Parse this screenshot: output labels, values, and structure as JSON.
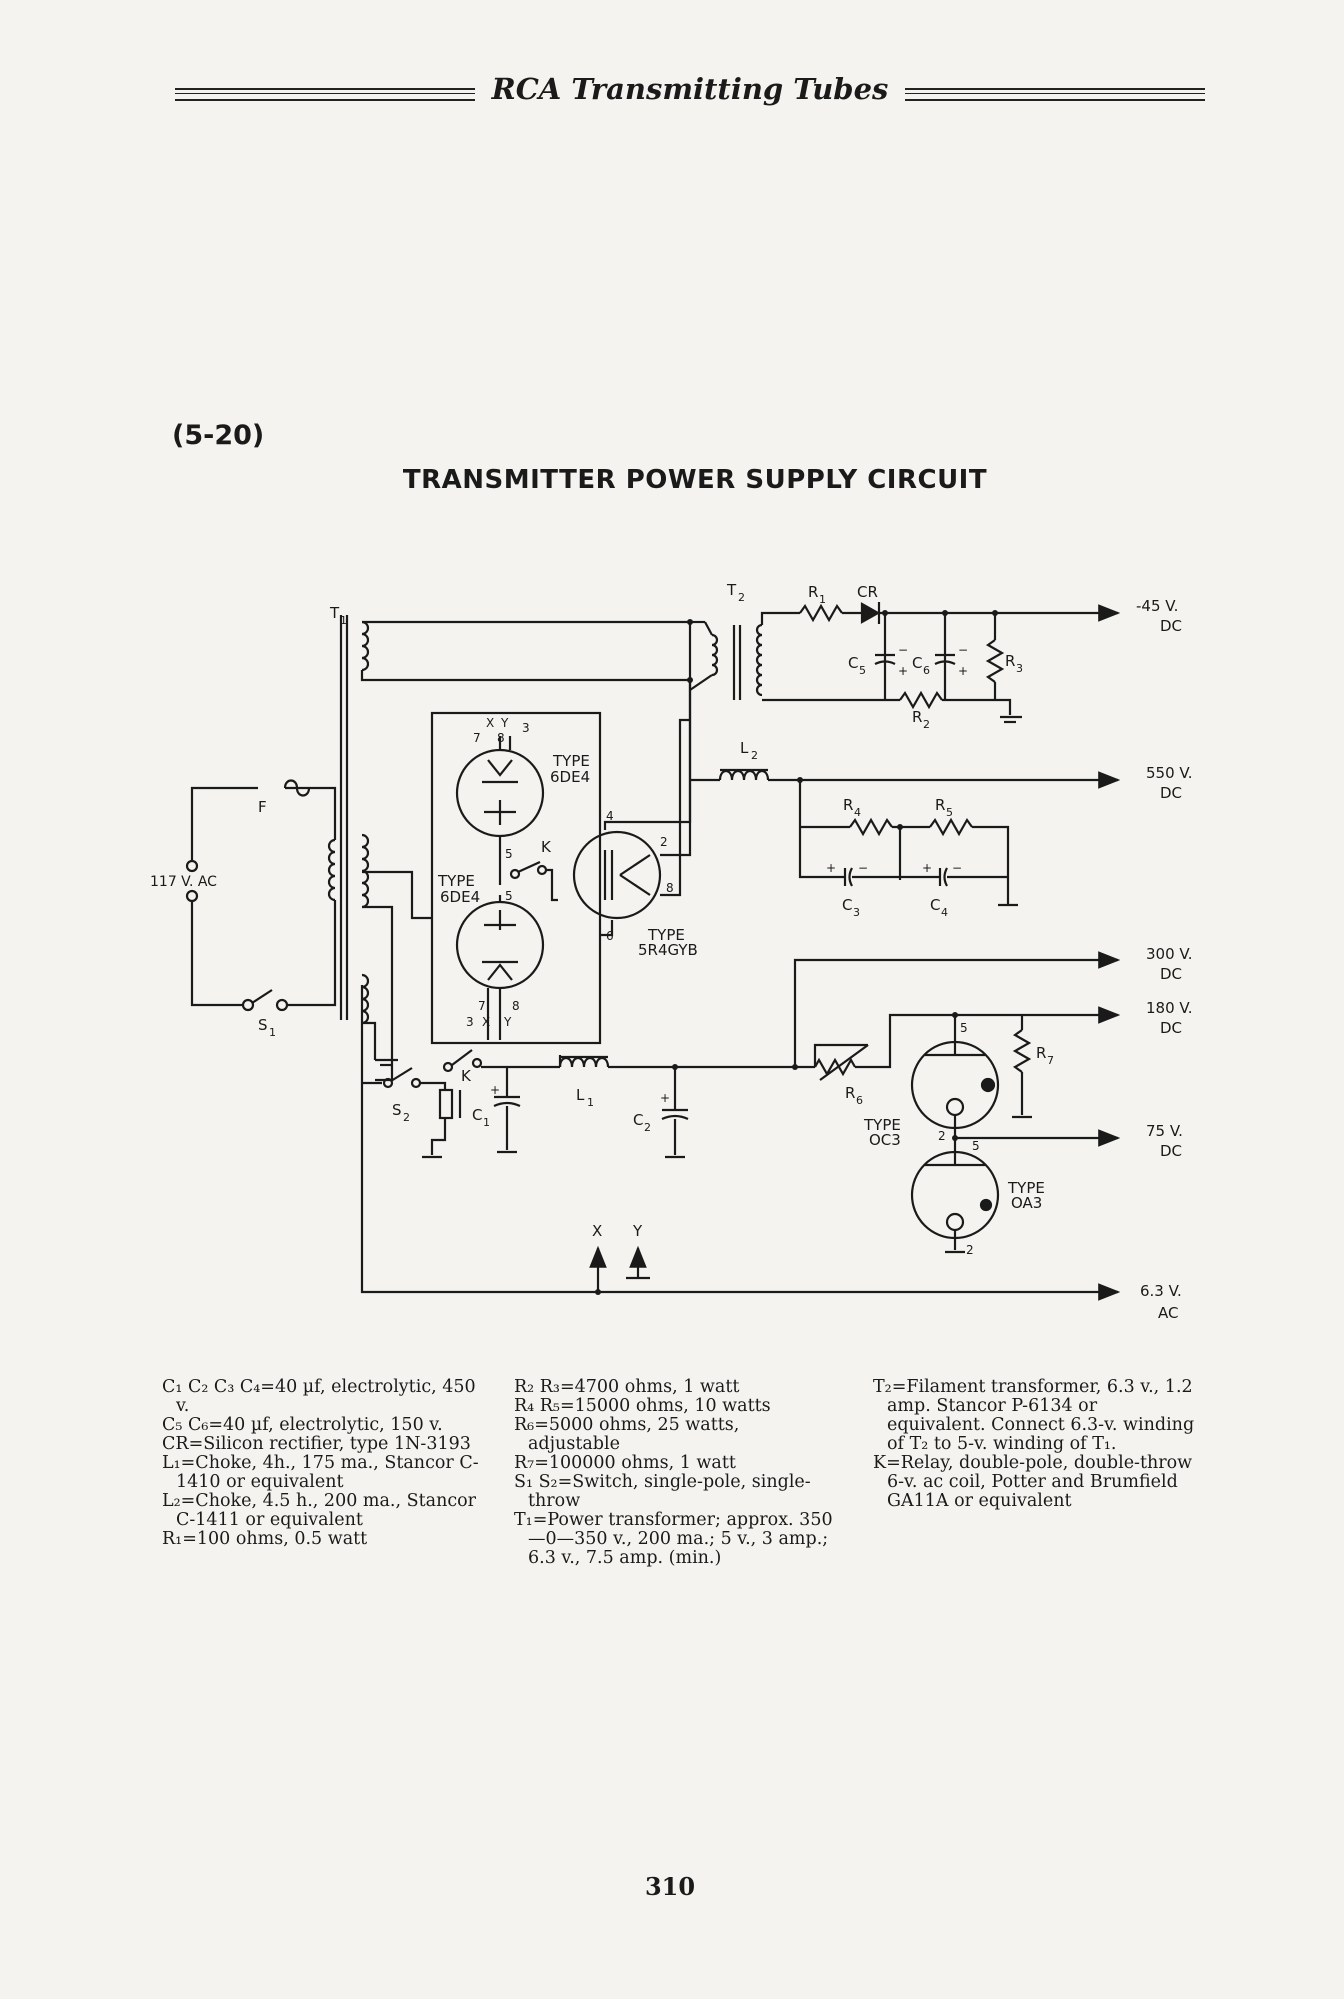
{
  "header": {
    "title": "RCA Transmitting Tubes"
  },
  "figure": {
    "number": "(5-20)",
    "title": "TRANSMITTER POWER SUPPLY CIRCUIT"
  },
  "schematic_labels": {
    "t1": "T",
    "t1_sub": "1",
    "t2": "T",
    "t2_sub": "2",
    "r1": "R",
    "r1_sub": "1",
    "cr": "CR",
    "c5": "C",
    "c5_sub": "5",
    "c6": "C",
    "c6_sub": "6",
    "r3": "R",
    "r3_sub": "3",
    "r2": "R",
    "r2_sub": "2",
    "l2": "L",
    "l2_sub": "2",
    "r4": "R",
    "r4_sub": "4",
    "r5": "R",
    "r5_sub": "5",
    "c3": "C",
    "c3_sub": "3",
    "c4": "C",
    "c4_sub": "4",
    "fuse": "F",
    "ac_in": "117 V. AC",
    "s1": "S",
    "s1_sub": "1",
    "s2": "S",
    "s2_sub": "2",
    "k": "K",
    "c1": "C",
    "c1_sub": "1",
    "c2": "C",
    "c2_sub": "2",
    "l1": "L",
    "l1_sub": "1",
    "r6": "R",
    "r6_sub": "6",
    "r7": "R",
    "r7_sub": "7",
    "tube_top_type": "TYPE",
    "tube_top_model": "6DE4",
    "tube_mid_type": "TYPE",
    "tube_mid_model": "6DE4",
    "rect_type": "TYPE",
    "rect_model": "5R4GYB",
    "oc3_type": "TYPE",
    "oc3_model": "OC3",
    "oa3_type": "TYPE",
    "oa3_model": "OA3",
    "pin_x": "X",
    "pin_y": "Y",
    "pin_3": "3",
    "pin_7": "7",
    "pin_8": "8",
    "pin_5": "5",
    "pin_4": "4",
    "pin_2": "2",
    "pin_6": "6",
    "plus": "+",
    "minus": "−",
    "out_45_v": "-45 V.",
    "out_45_dc": "DC",
    "out_550_v": "550 V.",
    "out_550_dc": "DC",
    "out_300_v": "300 V.",
    "out_300_dc": "DC",
    "out_180_v": "180 V.",
    "out_180_dc": "DC",
    "out_75_v": "75 V.",
    "out_75_dc": "DC",
    "out_63_v": "6.3 V.",
    "out_63_ac": "AC"
  },
  "parts_list": {
    "col1": [
      "C₁ C₂ C₃ C₄=40 µf, electrolytic, 450 v.",
      "C₅ C₆=40 µf, electrolytic, 150 v.",
      "CR=Silicon rectifier, type 1N-3193",
      "L₁=Choke, 4h., 175 ma., Stancor C-1410 or equivalent",
      "L₂=Choke, 4.5 h., 200 ma., Stancor C-1411 or equivalent",
      "R₁=100 ohms, 0.5 watt"
    ],
    "col2": [
      "R₂ R₃=4700 ohms, 1 watt",
      "R₄ R₅=15000 ohms, 10 watts",
      "R₆=5000 ohms, 25 watts, adjustable",
      "R₇=100000 ohms, 1 watt",
      "S₁ S₂=Switch, single-pole, single-throw",
      "T₁=Power transformer; approx. 350—0—350 v., 200 ma.; 5 v., 3 amp.; 6.3 v., 7.5 amp. (min.)"
    ],
    "col3": [
      "T₂=Filament transformer, 6.3 v., 1.2 amp. Stancor P-6134 or equivalent. Connect 6.3-v. winding of T₂ to 5-v. winding of T₁.",
      "K=Relay, double-pole, double-throw 6-v. ac coil, Potter and Brumfield GA11A or equivalent"
    ]
  },
  "page_number": "310"
}
